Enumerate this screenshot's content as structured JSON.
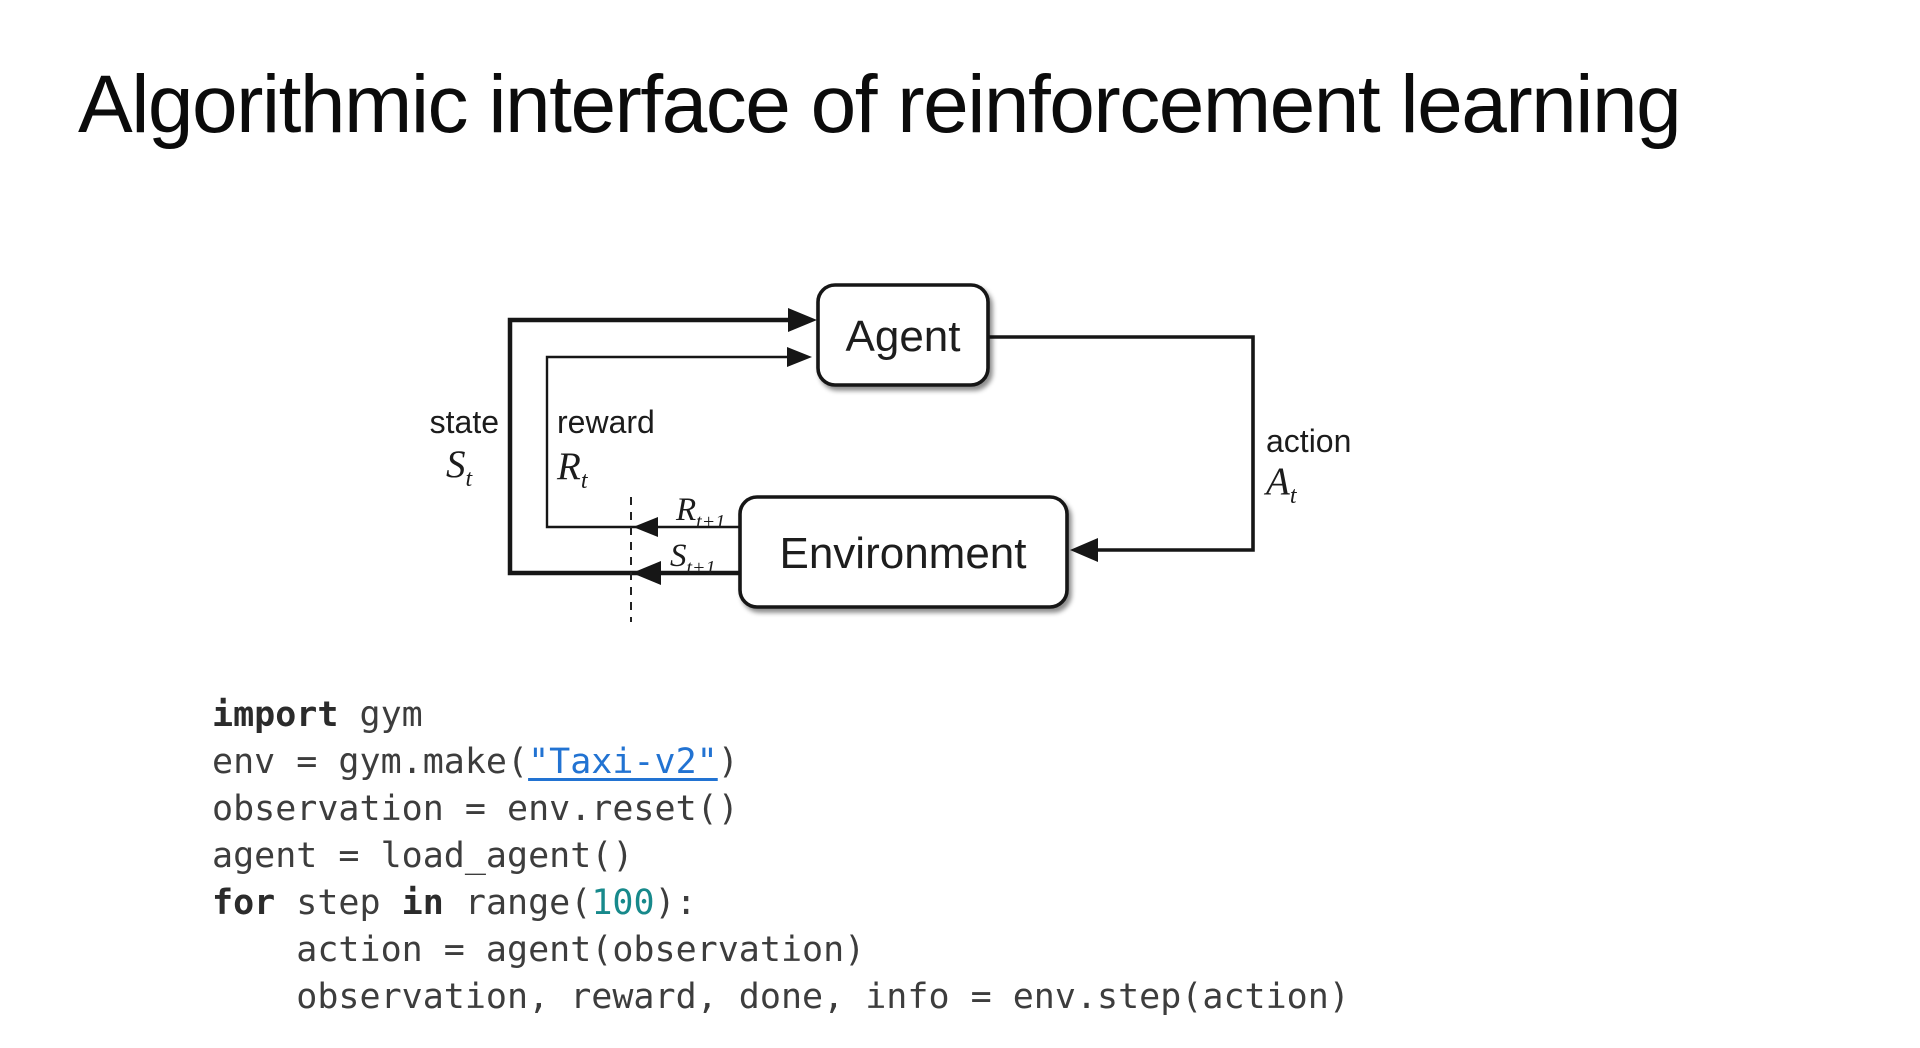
{
  "slide": {
    "title": "Algorithmic interface of reinforcement learning"
  },
  "diagram": {
    "agent_label": "Agent",
    "environment_label": "Environment",
    "state_label": "state",
    "state_symbol": "S",
    "state_subscript": "t",
    "reward_label": "reward",
    "reward_symbol": "R",
    "reward_subscript": "t",
    "action_label": "action",
    "action_symbol": "A",
    "action_subscript": "t",
    "next_reward_symbol": "R",
    "next_reward_subscript": "t+1",
    "next_state_symbol": "S",
    "next_state_subscript": "t+1",
    "line_color": "#161616"
  },
  "code": {
    "text_color": "#3d3d3d",
    "keyword_color": "#2b2b2b",
    "link_color": "#2273d2",
    "number_color": "#17898b",
    "lines": [
      [
        {
          "t": "import",
          "s": "kw"
        },
        {
          "t": " gym",
          "s": "p"
        }
      ],
      [
        {
          "t": "env = gym.make(",
          "s": "p"
        },
        {
          "t": "\"Taxi-v2\"",
          "s": "link"
        },
        {
          "t": ")",
          "s": "p"
        }
      ],
      [
        {
          "t": "observation = env.reset()",
          "s": "p"
        }
      ],
      [
        {
          "t": "agent = load_agent()",
          "s": "p"
        }
      ],
      [
        {
          "t": "for",
          "s": "kw"
        },
        {
          "t": " step ",
          "s": "p"
        },
        {
          "t": "in",
          "s": "kw"
        },
        {
          "t": " range(",
          "s": "p"
        },
        {
          "t": "100",
          "s": "num"
        },
        {
          "t": "):",
          "s": "p"
        }
      ],
      [
        {
          "t": "    action = agent(observation)",
          "s": "p"
        }
      ],
      [
        {
          "t": "    observation, reward, done, info = env.step(action)",
          "s": "p"
        }
      ]
    ]
  }
}
